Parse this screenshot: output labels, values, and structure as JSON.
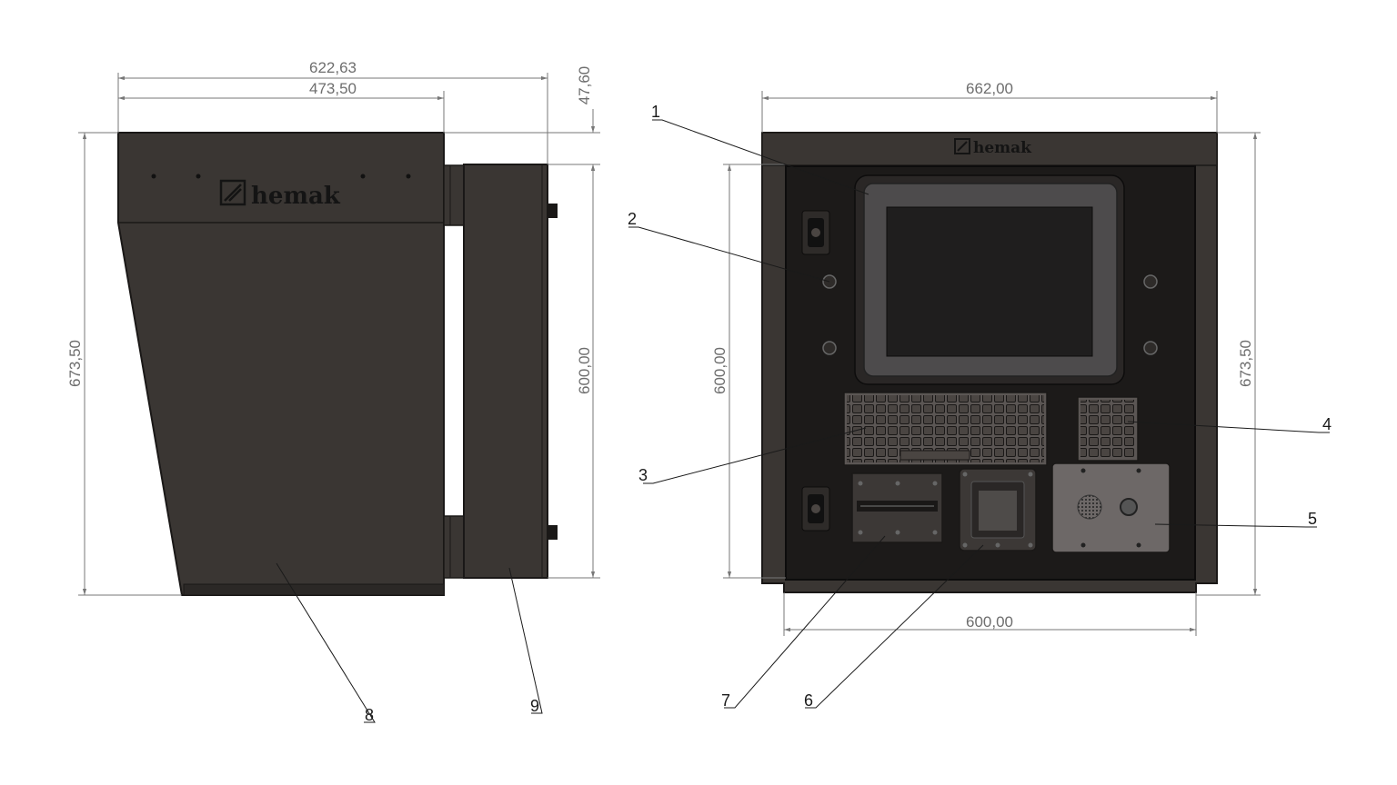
{
  "brand": {
    "logo_text": "hemak"
  },
  "dimensions": {
    "side_overall_width": "622,63",
    "side_hood_width": "473,50",
    "side_top_offset": "47,60",
    "side_height": "673,50",
    "side_inner_height": "600,00",
    "front_width": "662,00",
    "front_inner_height": "600,00",
    "front_height": "673,50",
    "front_bottom_width": "600,00"
  },
  "callouts": [
    "1",
    "2",
    "3",
    "4",
    "5",
    "6",
    "7",
    "8",
    "9"
  ],
  "colors": {
    "body": "#3a3633",
    "body_dark": "#2b2826",
    "panel": "#1c1a19",
    "line": "#8a8a8a"
  }
}
